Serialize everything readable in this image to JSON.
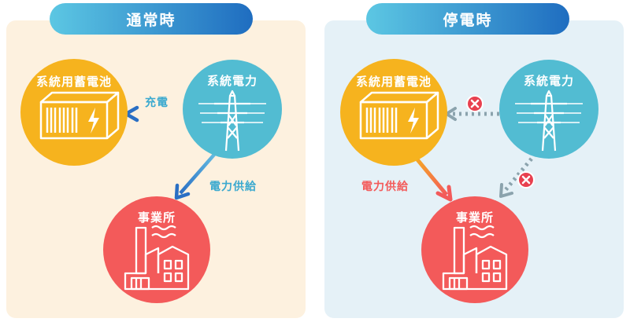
{
  "normal": {
    "title": "通常時",
    "battery_label": "系統用蓄電池",
    "grid_label": "系統電力",
    "site_label": "事業所",
    "charge_label": "充電",
    "supply_label": "電力供給"
  },
  "outage": {
    "title": "停電時",
    "battery_label": "系統用蓄電池",
    "grid_label": "系統電力",
    "site_label": "事業所",
    "supply_label": "電力供給"
  },
  "colors": {
    "battery": "#f6b31e",
    "grid": "#52bcd2",
    "site": "#f35a5a",
    "arrow_blue": "#2a6fc4",
    "arrow_orange": "#f07a4a",
    "dotted": "#8ba3ad",
    "cross": "#e8404f"
  },
  "icons": {
    "battery": "battery-container-icon",
    "grid": "transmission-tower-icon",
    "site": "factory-icon",
    "blocked": "cross-circle-icon"
  }
}
